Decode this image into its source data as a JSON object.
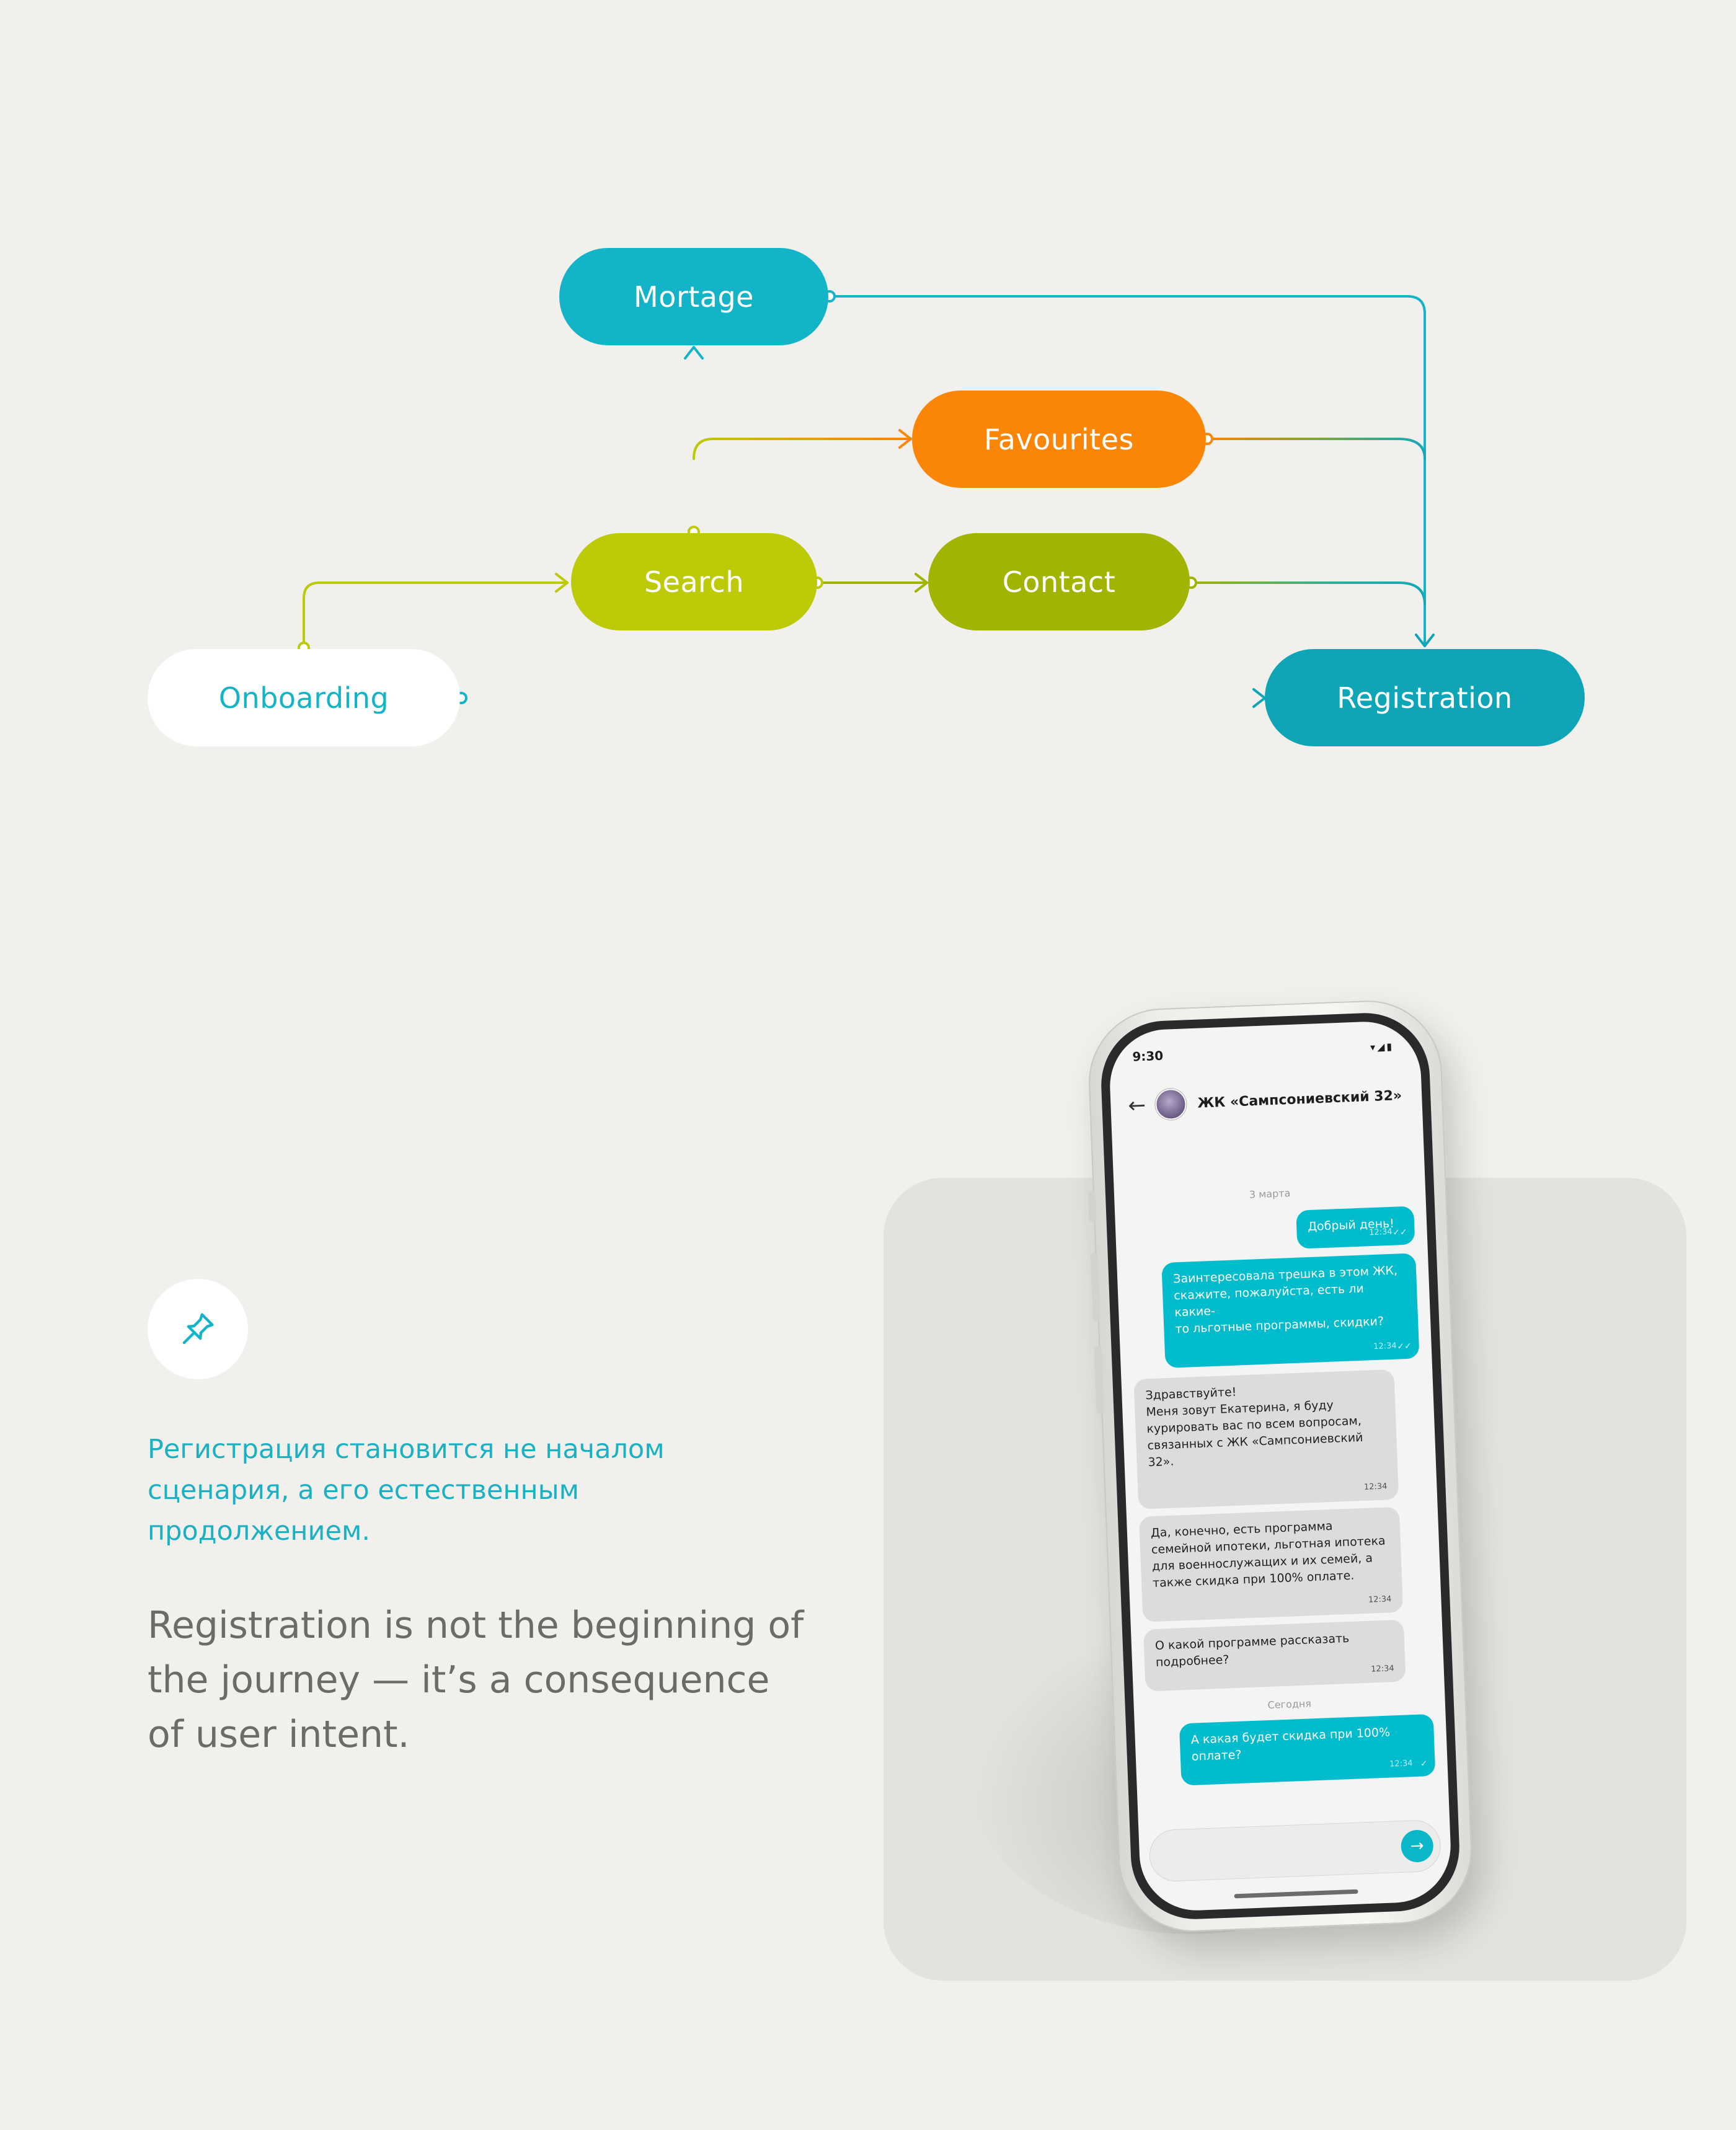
{
  "diagram": {
    "nodes": {
      "mortage": "Mortage",
      "favourites": "Favourites",
      "search": "Search",
      "contact": "Contact",
      "onboarding": "Onboarding",
      "registration": "Registration"
    },
    "edges": [
      {
        "from": "onboarding",
        "to": "search"
      },
      {
        "from": "onboarding",
        "to": "registration"
      },
      {
        "from": "search",
        "to": "mortage"
      },
      {
        "from": "search",
        "to": "favourites"
      },
      {
        "from": "search",
        "to": "contact"
      },
      {
        "from": "mortage",
        "to": "registration"
      },
      {
        "from": "favourites",
        "to": "registration"
      },
      {
        "from": "contact",
        "to": "registration"
      }
    ],
    "colors": {
      "teal": "#13b4c8",
      "teal_dark": "#0ea6b7",
      "orange": "#fb8507",
      "lime": "#bcca07",
      "olive": "#a1b402",
      "white": "#ffffff"
    }
  },
  "feature": {
    "icon": "pin-icon",
    "text_ru": "Регистрация становится не началом сценария, а его естественным продолжением.",
    "text_en": "Registration is not the beginning of the journey — it’s a consequence of user intent."
  },
  "phone": {
    "status_time": "9:30",
    "status_icons": "▾◢▮",
    "chat_title": "ЖК «Сампсониевский 32»",
    "date_1": "3 марта",
    "date_2": "Сегодня",
    "messages": [
      {
        "text": "Добрый день!",
        "time": "12:34",
        "ticks": "✓✓"
      },
      {
        "text": "Заинтересовала трешка в этом ЖК,\nскажите, пожалуйста, есть ли какие-\nто льготные программы, скидки?",
        "time": "12:34",
        "ticks": "✓✓"
      },
      {
        "text": "Здравствуйте!\nМеня зовут Екатерина, я буду\nкурировать вас по всем вопросам,\nсвязанных с ЖК «Сампсониевский\n32».",
        "time": "12:34"
      },
      {
        "text": "Да, конечно, есть программа\nсемейной ипотеки, льготная ипотека\nдля военнослужащих и их семей, а\nтакже скидка при 100% оплате.",
        "time": "12:34"
      },
      {
        "text": "О какой программе рассказать\nподробнее?",
        "time": "12:34"
      },
      {
        "text": "А какая будет скидка при 100%\nоплате?",
        "time": "12:34",
        "ticks": "✓"
      }
    ],
    "send_icon": "→",
    "back_icon": "←"
  }
}
